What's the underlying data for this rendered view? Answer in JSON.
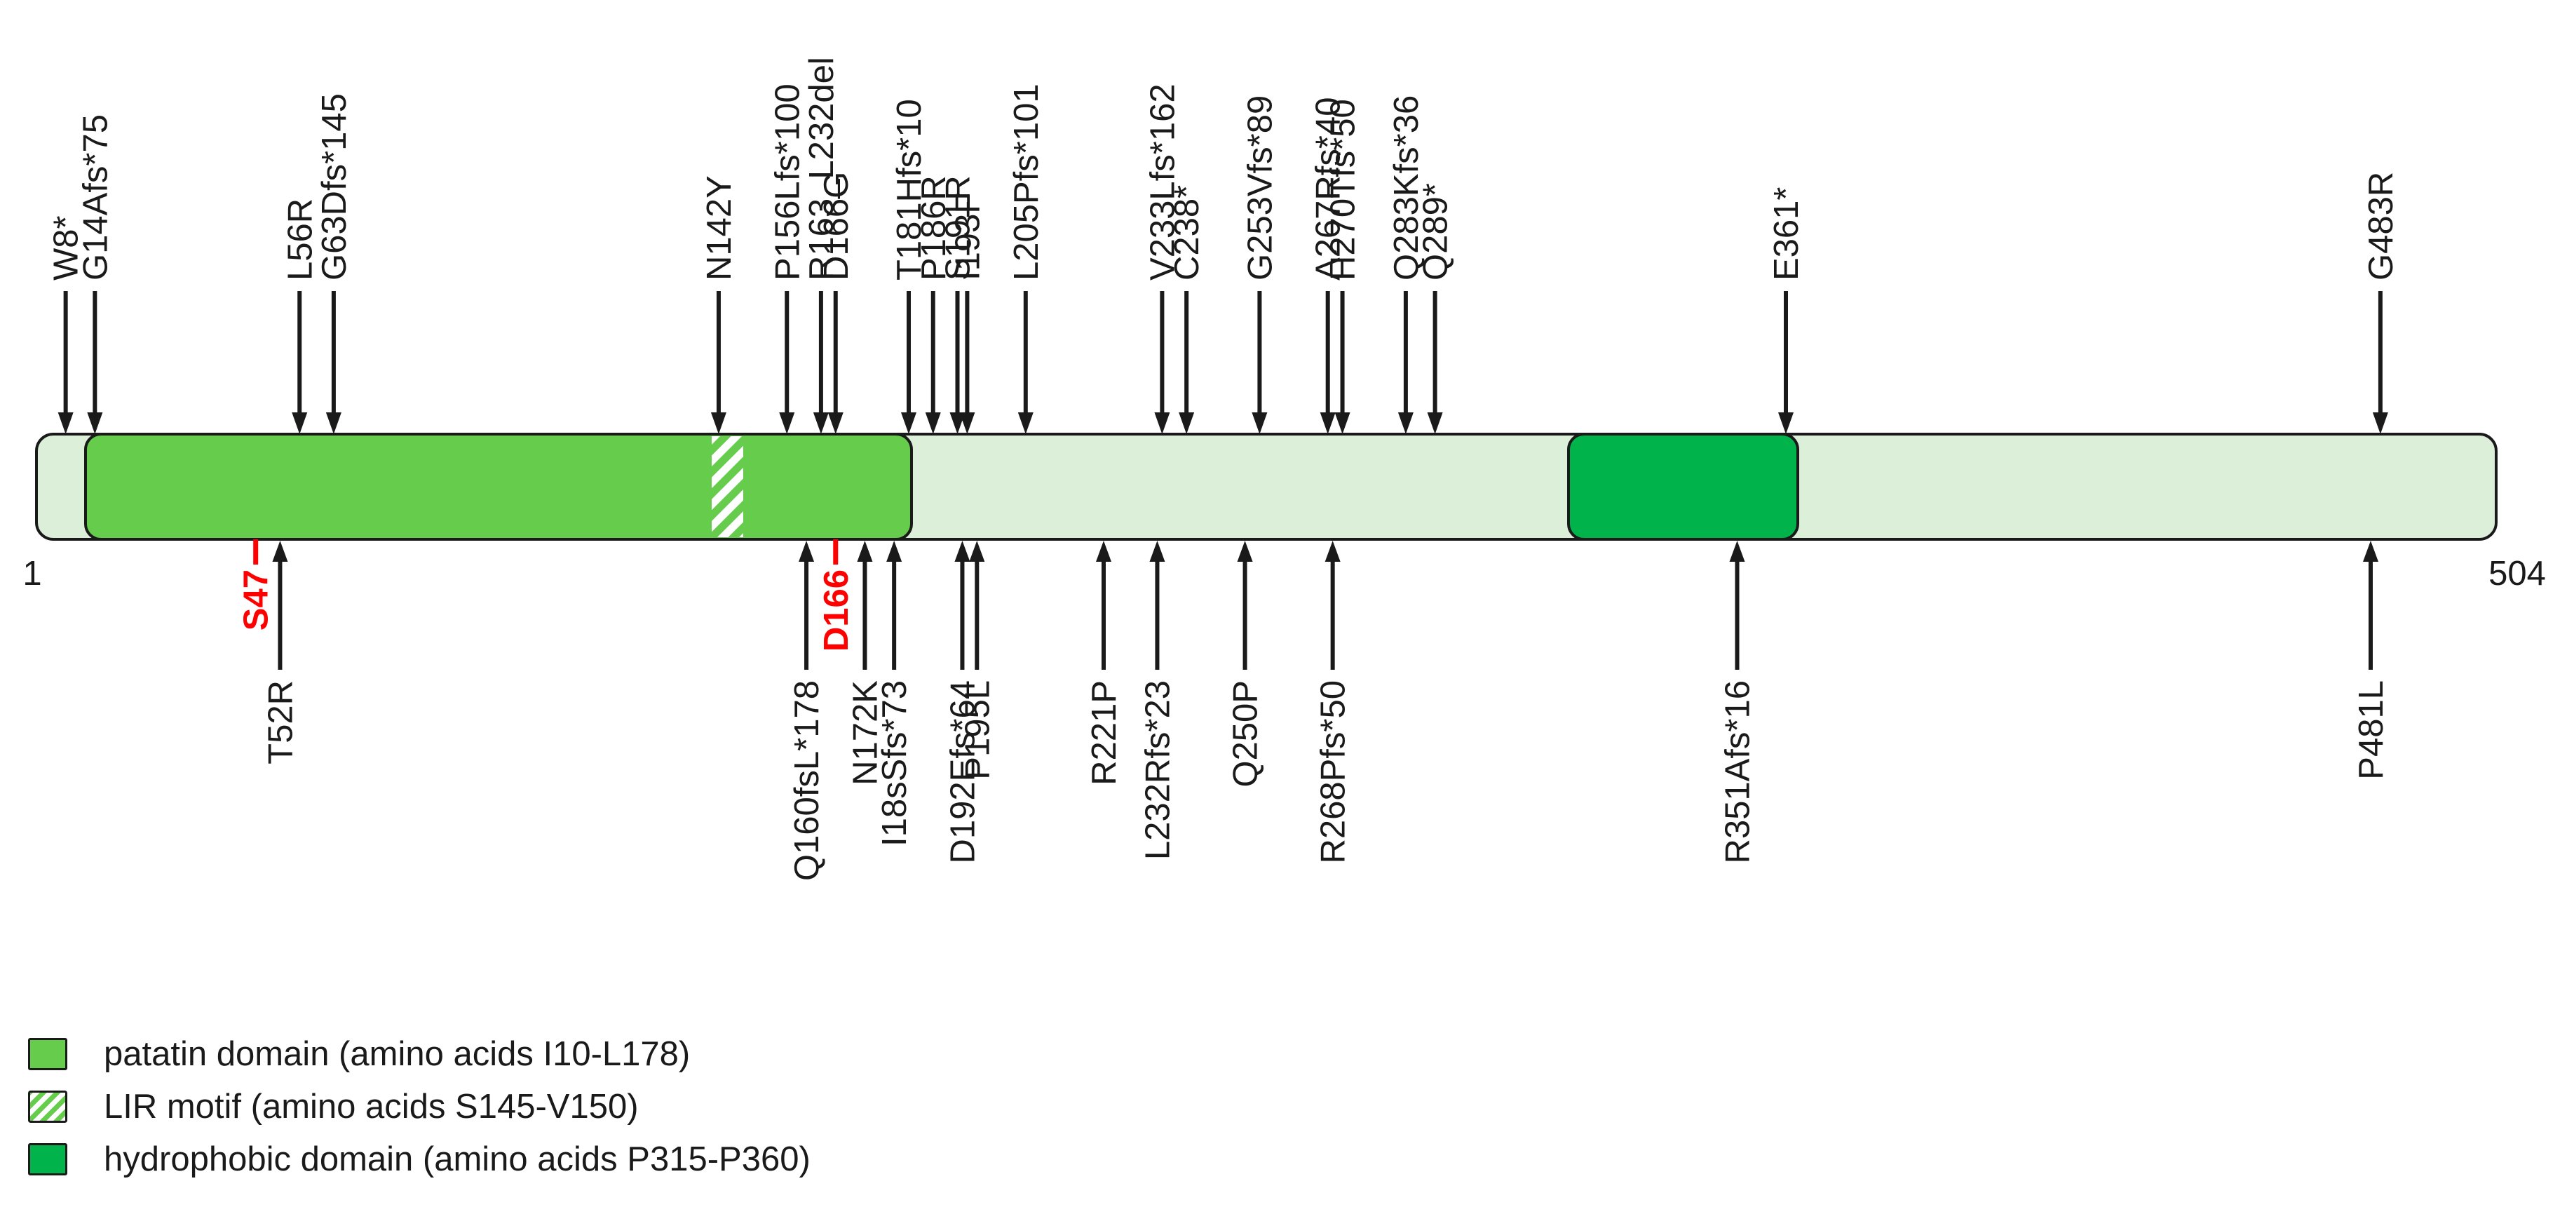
{
  "protein": {
    "start_label": "1",
    "end_label": "504",
    "length": 504,
    "colors": {
      "backbone": "#dcefd9",
      "patatin": "#66cc4c",
      "hydrophobic": "#00b34a",
      "lir_stripe": "#66cc4c",
      "highlight": "#ff0000",
      "arrow": "#1a1a1a"
    }
  },
  "domains": [
    {
      "name": "patatin",
      "start": 10,
      "end": 178
    },
    {
      "name": "lir",
      "start": 145,
      "end": 150
    },
    {
      "name": "hydrophobic",
      "start": 315,
      "end": 360
    }
  ],
  "variants_above": [
    {
      "label": "W8*",
      "pos": 8
    },
    {
      "label": "G14Afs*75",
      "pos": 14
    },
    {
      "label": "L56R",
      "pos": 56
    },
    {
      "label": "G63Dfs*145",
      "pos": 63
    },
    {
      "label": "N142Y",
      "pos": 142
    },
    {
      "label": "P156Lfs*100",
      "pos": 156
    },
    {
      "label": "R163_L232del",
      "pos": 163
    },
    {
      "label": "D166G",
      "pos": 166
    },
    {
      "label": "T181Hfs*10",
      "pos": 181
    },
    {
      "label": "P186R",
      "pos": 186
    },
    {
      "label": "S191R",
      "pos": 191
    },
    {
      "label": "I193F",
      "pos": 193
    },
    {
      "label": "L205Pfs*101",
      "pos": 205
    },
    {
      "label": "V233Lfs*162",
      "pos": 233
    },
    {
      "label": "C238*",
      "pos": 238
    },
    {
      "label": "G253Vfs*89",
      "pos": 253
    },
    {
      "label": "A267Rfs*40",
      "pos": 267
    },
    {
      "label": "H270Tfs*50",
      "pos": 270
    },
    {
      "label": "Q283Kfs*36",
      "pos": 283
    },
    {
      "label": "Q289*",
      "pos": 289
    },
    {
      "label": "E361*",
      "pos": 361
    },
    {
      "label": "G483R",
      "pos": 483
    }
  ],
  "variants_below": [
    {
      "label": "T52R",
      "pos": 52
    },
    {
      "label": "Q160fsL*178",
      "pos": 160
    },
    {
      "label": "N172K",
      "pos": 172
    },
    {
      "label": "I18sSfs*73",
      "pos": 178
    },
    {
      "label": "D192Efs*64",
      "pos": 192
    },
    {
      "label": "P195L",
      "pos": 195
    },
    {
      "label": "R221P",
      "pos": 221
    },
    {
      "label": "L232Rfs*23",
      "pos": 232
    },
    {
      "label": "Q250P",
      "pos": 250
    },
    {
      "label": "R268Pfs*50",
      "pos": 268
    },
    {
      "label": "R351Afs*16",
      "pos": 351
    },
    {
      "label": "P481L",
      "pos": 481
    }
  ],
  "catalytic_sites": [
    {
      "label": "S47",
      "pos": 47
    },
    {
      "label": "D166",
      "pos": 166
    }
  ],
  "legend": [
    {
      "key": "patatin",
      "label": "patatin domain (amino acids I10-L178)"
    },
    {
      "key": "lir",
      "label": "LIR motif (amino acids S145-V150)"
    },
    {
      "key": "hydrophobic",
      "label": "hydrophobic domain (amino acids P315-P360)"
    }
  ]
}
